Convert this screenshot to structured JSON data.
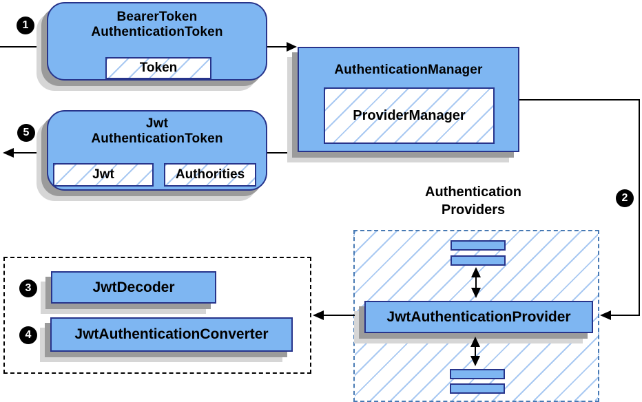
{
  "colors": {
    "box_fill": "#7EB6F2",
    "box_border": "#27348B",
    "hatch_line": "#A9C9F2",
    "dashed_blue": "#4779B3",
    "shadow_dark": "#9B9B9B",
    "shadow_light": "#D6D6D6",
    "arrow": "#000000"
  },
  "nodes": {
    "bearer_token": {
      "title_line1": "BearerToken",
      "title_line2": "AuthenticationToken",
      "field": "Token"
    },
    "authentication_manager": {
      "title": "AuthenticationManager",
      "implementation": "ProviderManager"
    },
    "jwt_authentication_token": {
      "title_line1": "Jwt",
      "title_line2": "AuthenticationToken",
      "field_jwt": "Jwt",
      "field_authorities": "Authorities"
    },
    "jwt_decoder": {
      "label": "JwtDecoder"
    },
    "jwt_authentication_converter": {
      "label": "JwtAuthenticationConverter"
    },
    "jwt_authentication_provider": {
      "label": "JwtAuthenticationProvider"
    }
  },
  "group": {
    "label_line1": "Authentication",
    "label_line2": "Providers"
  },
  "steps": [
    {
      "label": "1"
    },
    {
      "label": "2"
    },
    {
      "label": "3"
    },
    {
      "label": "4"
    },
    {
      "label": "5"
    }
  ]
}
